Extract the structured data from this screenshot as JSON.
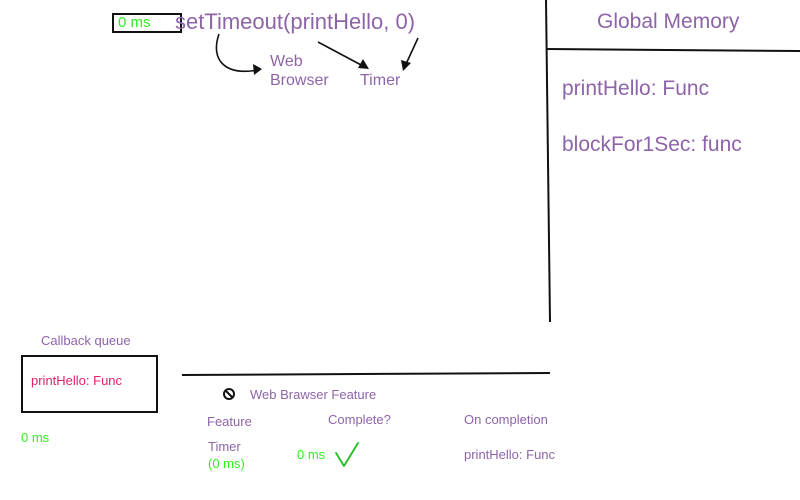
{
  "top": {
    "timer_value": "0 ms",
    "call": "setTimeout(printHello, 0)",
    "web_browser_label": "Web Browser",
    "timer_label": "Timer"
  },
  "global_memory": {
    "title": "Global Memory",
    "items": [
      "printHello: Func",
      "blockFor1Sec: func"
    ]
  },
  "callback_queue": {
    "title": "Callback queue",
    "items": [
      "printHello: Func"
    ],
    "time": "0 ms"
  },
  "web_browser_feature": {
    "title": "Web Brawser Feature",
    "columns": [
      "Feature",
      "Complete?",
      "On completion"
    ],
    "row": {
      "feature_name": "Timer",
      "feature_time": "(0 ms)",
      "complete": "0 ms",
      "on_completion": "printHello: Func"
    }
  },
  "colors": {
    "purple": "#8e64a8",
    "green": "#33ee22",
    "pink": "#e0226e",
    "ink": "#111111"
  }
}
